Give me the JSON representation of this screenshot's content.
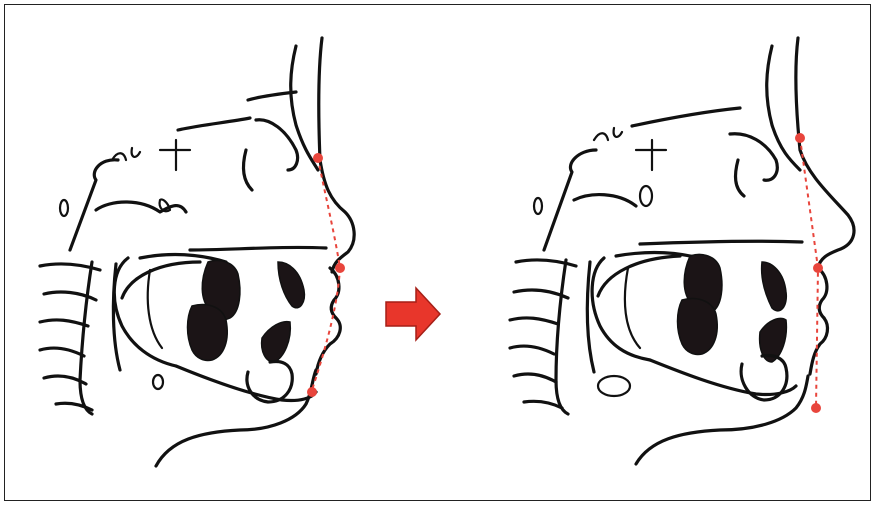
{
  "figure": {
    "panels": [
      {
        "id": "before",
        "profile_line": "convex"
      },
      {
        "id": "after",
        "profile_line": "straight"
      }
    ],
    "arrow_icon": "right-arrow-icon",
    "colors": {
      "ink": "#111111",
      "landmark": "#e8453c",
      "arrow": "#e8362b",
      "tooth": "#1b1416",
      "border": "#222222"
    }
  }
}
